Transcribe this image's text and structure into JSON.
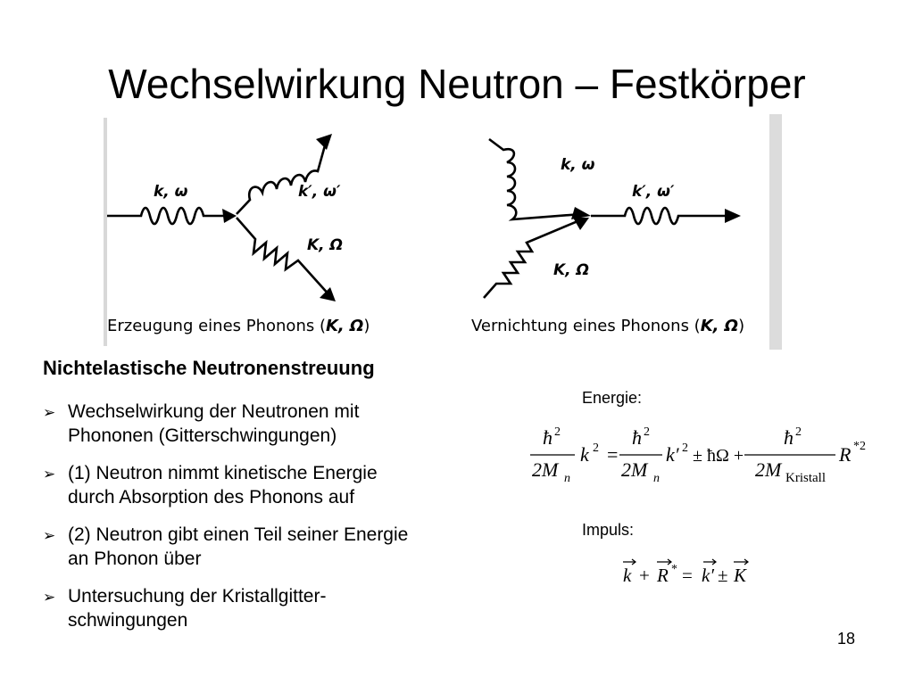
{
  "title": "Wechselwirkung Neutron – Festkörper",
  "figure": {
    "left": {
      "incoming_label": "k, ω",
      "outgoing_label": "k′, ω′",
      "phonon_label": "K, Ω",
      "caption_text": "Erzeugung eines Phonons (",
      "caption_symbol": "K, Ω",
      "caption_close": ")"
    },
    "right": {
      "incoming_label": "k, ω",
      "outgoing_label": "k′, ω′",
      "phonon_label": "K, Ω",
      "caption_text": "Vernichtung eines Phonons (",
      "caption_symbol": "K, Ω",
      "caption_close": ")"
    }
  },
  "section": {
    "heading": "Nichtelastische Neutronenstreuung",
    "bullet_marker": "➢",
    "bullets": [
      {
        "line1": "Wechselwirkung der Neutronen mit",
        "line2": "Phononen (Gitterschwingungen)"
      },
      {
        "line1": "(1) Neutron nimmt kinetische Energie",
        "line2": "durch Absorption des Phonons auf"
      },
      {
        "line1": "(2) Neutron gibt einen Teil seiner Energie",
        "line2": "an Phonon über"
      },
      {
        "line1": "Untersuchung der Kristallgitter-",
        "line2": "schwingungen"
      }
    ]
  },
  "energy": {
    "label": "Energie:",
    "hbar": "ħ",
    "exp2": "2",
    "two_mn": "2M",
    "n_sub": "n",
    "k": "k",
    "eq": "=",
    "kprime": "k′",
    "pm_hbar_omega": "± ħΩ +",
    "two_m": "2M",
    "kristall_sub": "Kristall",
    "r": "R",
    "star2": "*2"
  },
  "momentum": {
    "label": "Impuls:",
    "k": "k",
    "plus": "+",
    "r": "R",
    "star": "*",
    "eq": "=",
    "kprime": "k′",
    "pm": "±",
    "K": "K"
  },
  "page_number": "18"
}
